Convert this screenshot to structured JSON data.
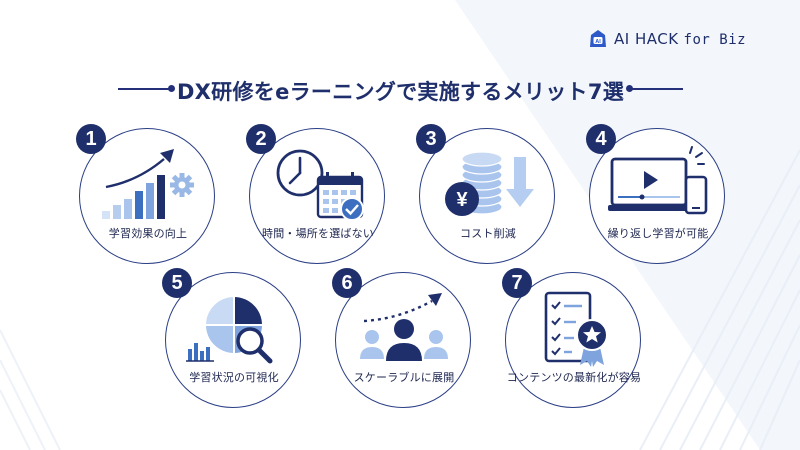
{
  "brand": {
    "name": "AI HACK",
    "suffix": "for Biz",
    "logo_text": "AI"
  },
  "title": "DX研修をeラーニングで実施するメリット7選",
  "items": [
    {
      "number": "1",
      "label": "学習効果の向上",
      "icon": "growth-chart-icon"
    },
    {
      "number": "2",
      "label": "時間・場所を選ばない",
      "icon": "clock-calendar-icon"
    },
    {
      "number": "3",
      "label": "コスト削減",
      "icon": "yen-coins-down-icon"
    },
    {
      "number": "4",
      "label": "繰り返し学習が可能",
      "icon": "video-devices-icon"
    },
    {
      "number": "5",
      "label": "学習状況の可視化",
      "icon": "pie-magnifier-icon"
    },
    {
      "number": "6",
      "label": "スケーラブルに展開",
      "icon": "people-scale-icon"
    },
    {
      "number": "7",
      "label": "コンテンツの最新化が容易",
      "icon": "checklist-award-icon"
    }
  ],
  "colors": {
    "navy": "#1f2f6b",
    "blue": "#3d6fc0",
    "light_blue": "#a9c5ee",
    "pale_blue": "#d5e3f6"
  }
}
